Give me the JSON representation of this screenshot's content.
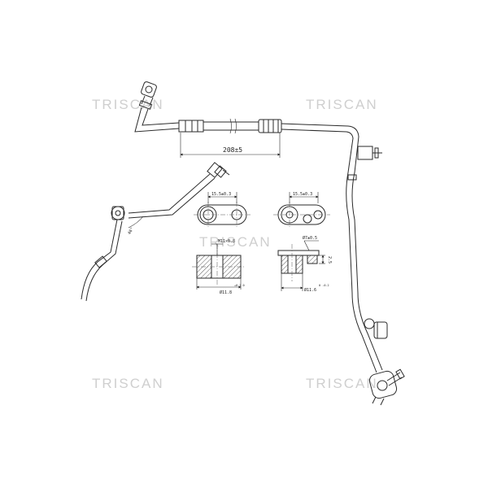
{
  "watermarks": [
    "TRISCAN",
    "TRISCAN",
    "TRISCAN",
    "TRISCAN",
    "TRISCAN"
  ],
  "dimensions": {
    "hose_length": "208±5",
    "fitting_a_width": "15.5±0.3",
    "fitting_b_width": "15.5±0.3",
    "thread": "M11×0.8",
    "fitting_a_bore": "Ø11.8",
    "fitting_a_bore_tol": "+0.1\n0",
    "fitting_b_hole": "Ø7±0.5",
    "fitting_b_depth": "2.5",
    "fitting_b_bore": "Ø11.6",
    "fitting_b_bore_tol": "0\n-0.2",
    "bend_angle": "46°"
  }
}
